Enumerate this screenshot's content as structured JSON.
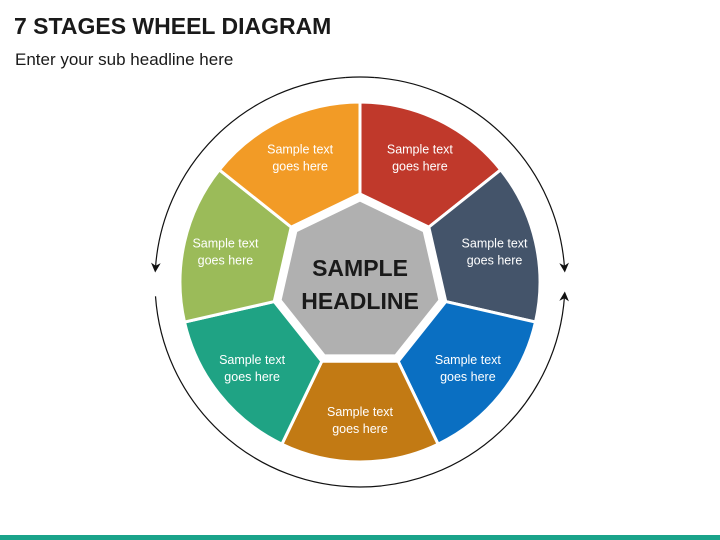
{
  "slide": {
    "title": "7 STAGES WHEEL DIAGRAM",
    "subtitle": "Enter your sub headline here"
  },
  "center": {
    "line1": "SAMPLE",
    "line2": "HEADLINE",
    "color": "#b0b0b0"
  },
  "segments": [
    {
      "line1": "Sample text",
      "line2": "goes here",
      "color": "#c0392b"
    },
    {
      "line1": "Sample text",
      "line2": "goes here",
      "color": "#44546a"
    },
    {
      "line1": "Sample text",
      "line2": "goes here",
      "color": "#0a6fc2"
    },
    {
      "line1": "Sample text",
      "line2": "goes here",
      "color": "#c27a14"
    },
    {
      "line1": "Sample text",
      "line2": "goes here",
      "color": "#1fa384"
    },
    {
      "line1": "Sample text",
      "line2": "goes here",
      "color": "#9bbb59"
    },
    {
      "line1": "Sample text",
      "line2": "goes here",
      "color": "#f29b26"
    }
  ],
  "colors": {
    "bottom_bar": "#1aa38a",
    "arrow": "#111111"
  }
}
